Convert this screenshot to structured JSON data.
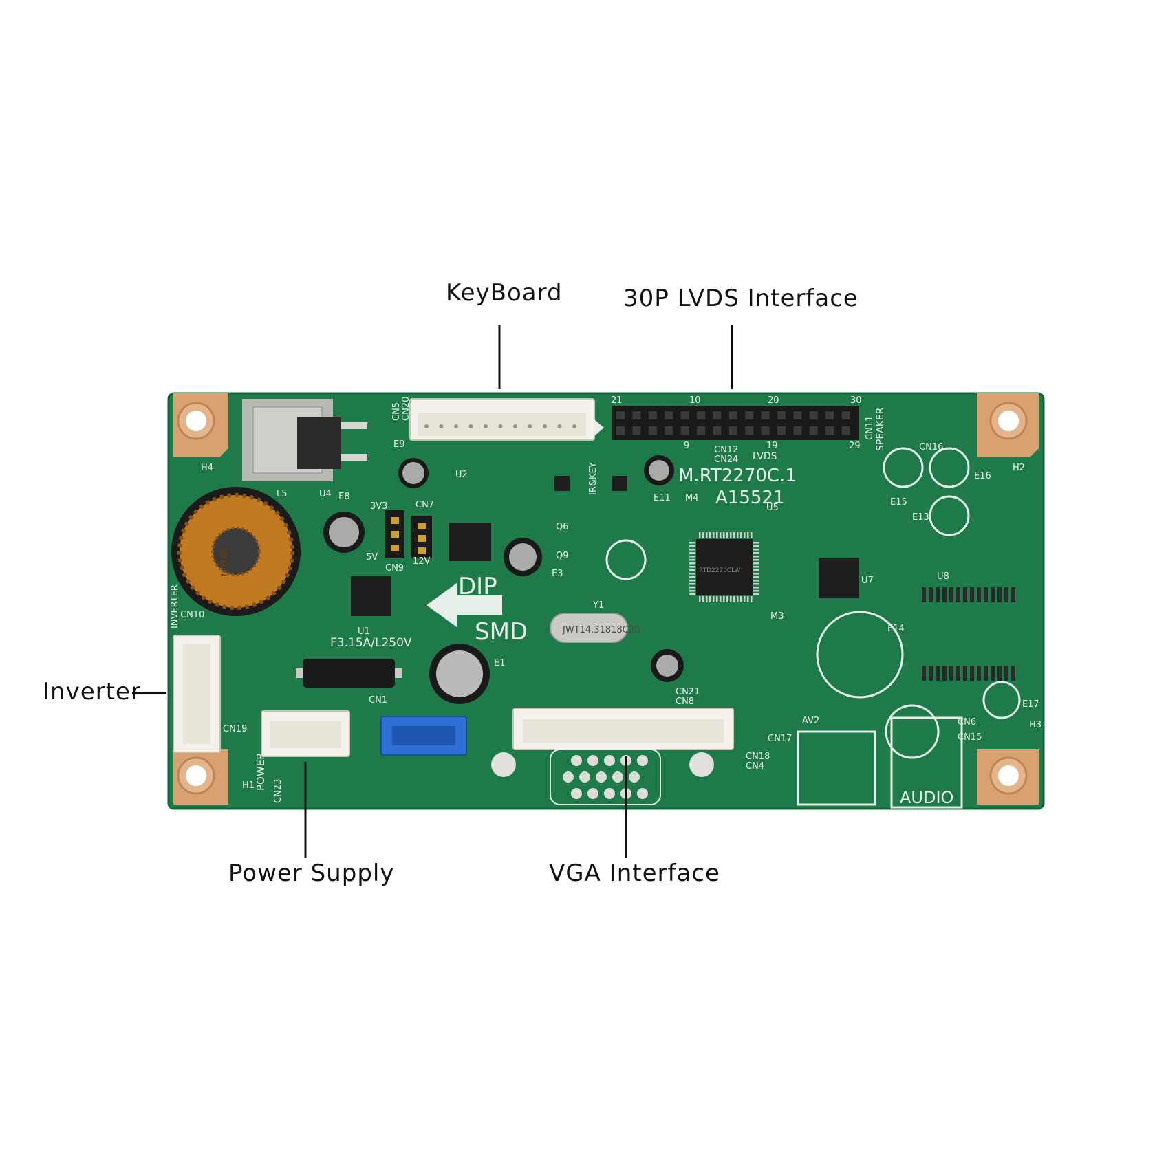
{
  "callouts": {
    "keyboard": "KeyBoard",
    "lvds": "30P LVDS Interface",
    "inverter": "Inverter",
    "power_supply": "Power Supply",
    "vga": "VGA Interface"
  },
  "silkscreen": {
    "board_model": "M.RT2270C.1",
    "board_code": "A15521",
    "dip": "DIP",
    "smd": "SMD",
    "fuse": "F3.15A/L250V",
    "audio": "AUDIO",
    "power": "POWER",
    "inverter": "INVERTER",
    "speaker": "SPEAKER",
    "lvds": "LVDS",
    "crystal": "JWT14.31818C20",
    "scaler_chip": "RTD2270CLW",
    "coil": "N POW",
    "pin_21": "21",
    "pin_10": "10",
    "pin_20": "20",
    "pin_30": "30",
    "pin_9": "9",
    "pin_19": "19",
    "pin_29": "29",
    "cn12": "CN12",
    "cn24": "CN24",
    "cn5": "CN5",
    "cn20": "CN20",
    "cn11": "CN11",
    "cn7": "CN7",
    "cn9": "CN9",
    "cn10": "CN10",
    "cn19": "CN19",
    "cn1": "CN1",
    "cn23": "CN23",
    "cn21": "CN21",
    "cn8": "CN8",
    "cn17": "CN17",
    "cn18": "CN18",
    "cn4": "CN4",
    "cn15": "CN15",
    "cn16": "CN16",
    "cn6": "CN6",
    "av2": "AV2",
    "ir_key": "IR&KEY",
    "u1": "U1",
    "u2": "U2",
    "u4": "U4",
    "u5": "U5",
    "u7": "U7",
    "u8": "U8",
    "l5": "L5",
    "e1": "E1",
    "e3": "E3",
    "e8": "E8",
    "e9": "E9",
    "e11": "E11",
    "e14": "E14",
    "e13": "E13",
    "e15": "E15",
    "e16": "E16",
    "e17": "E17",
    "h1": "H1",
    "h2": "H2",
    "h3": "H3",
    "h4": "H4",
    "v3v3": "3V3",
    "v5": "5V",
    "v12": "12V",
    "q6": "Q6",
    "q9": "Q9",
    "m4": "M4",
    "m3": "M3",
    "y1": "Y1"
  },
  "colors": {
    "pcb": "#1f7a4a",
    "pcb_dark": "#14633a",
    "copper": "#d9a070",
    "silk": "#e6efe9",
    "connector_white": "#f4f1ea",
    "header_black": "#1a1a1a",
    "blue_connector": "#2e6fd6",
    "coil_copper": "#c07a22"
  }
}
